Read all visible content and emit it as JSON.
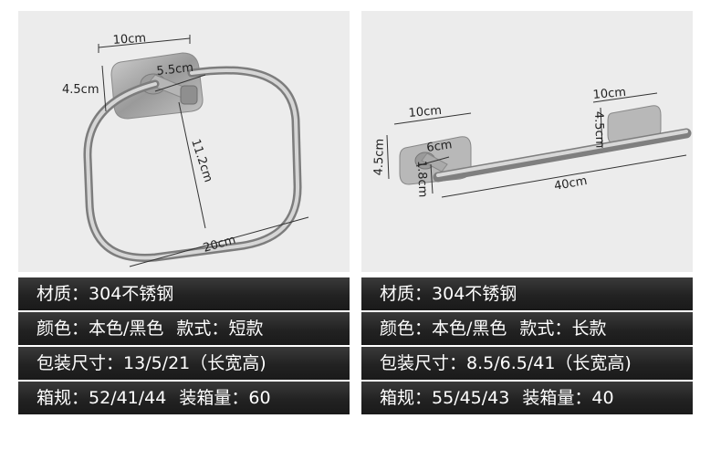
{
  "left": {
    "dims": {
      "width_top": "10cm",
      "height_side": "4.5cm",
      "arm": "5.5cm",
      "inner": "11.2cm",
      "length": "20cm"
    },
    "specs": {
      "material_label": "材质：",
      "material_value": "304不锈钢",
      "color_label": "颜色：",
      "color_value": "本色/黑色",
      "style_label": "款式：",
      "style_value": "短款",
      "package_label": "包装尺寸：",
      "package_value": "13/5/21（长宽高)",
      "carton_label": "箱规：",
      "carton_value": "52/41/44",
      "qty_label": "装箱量：",
      "qty_value": "60"
    }
  },
  "right": {
    "dims": {
      "width_top_left": "10cm",
      "height_left": "4.5cm",
      "arm": "6cm",
      "rod": "1.8cm",
      "length": "40cm",
      "width_top_right": "10cm",
      "height_right": "4.5cm"
    },
    "specs": {
      "material_label": "材质：",
      "material_value": "304不锈钢",
      "color_label": "颜色：",
      "color_value": "本色/黑色",
      "style_label": "款式：",
      "style_value": "长款",
      "package_label": "包装尺寸：",
      "package_value": "8.5/6.5/41（长宽高)",
      "carton_label": "箱规：",
      "carton_value": "55/45/43",
      "qty_label": "装箱量：",
      "qty_value": "40"
    }
  },
  "colors": {
    "photo_bg": "#ececec",
    "steel": "#a8a8a8",
    "bar_bg": "#222222",
    "text_light": "#ffffff"
  }
}
